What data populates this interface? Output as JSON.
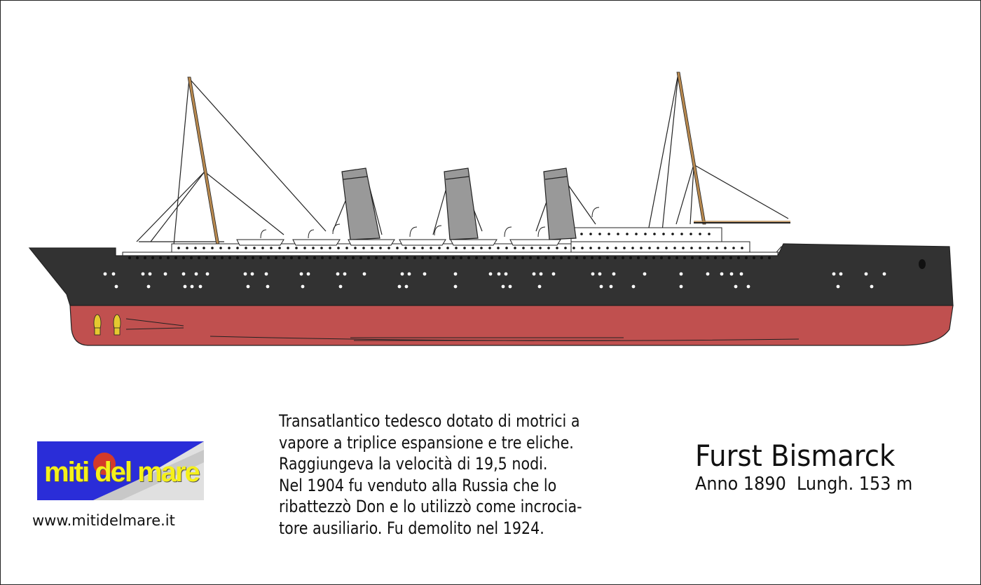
{
  "logo": {
    "text": "miti del mare"
  },
  "website": "www.mitidelmare.it",
  "description": {
    "lines": [
      "Transatlantico tedesco dotato di motrici a",
      "vapore a triplice espansione e tre eliche.",
      "Raggiungeva la velocità di 19,5 nodi.",
      "Nel 1904 fu venduto alla Russia che lo",
      "ribattezzò Don e lo utilizzò come incrocia-",
      "tore ausiliario. Fu demolito nel 1924."
    ]
  },
  "ship": {
    "name": "Furst Bismarck",
    "specs": "Anno 1890  Lungh. 153 m"
  },
  "colors": {
    "hull_upper": "#323232",
    "hull_lower": "#c0504f",
    "funnel": "#999999",
    "mast": "#b8894f",
    "propeller": "#e5c930",
    "logo_bg": "#2a2dd8",
    "logo_text": "#f5f01a"
  }
}
